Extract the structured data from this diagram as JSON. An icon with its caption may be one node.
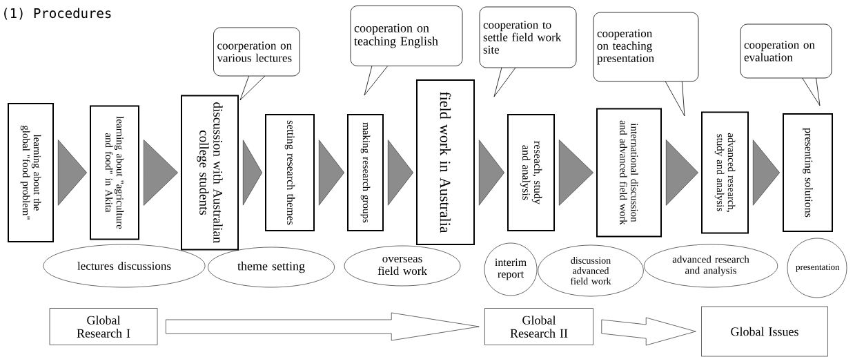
{
  "diagram": {
    "title": "(1) Procedures",
    "nodes": [
      {
        "text": [
          "learning about the global \"food problem\""
        ]
      },
      {
        "text": [
          "learning about \"agriculture and food\" in Akita"
        ]
      },
      {
        "text": [
          "discussion with Australian college students"
        ]
      },
      {
        "text": [
          "setting research themes"
        ]
      },
      {
        "text": [
          "making research groups"
        ]
      },
      {
        "text": [
          "field work in Australia"
        ]
      },
      {
        "text": [
          "reseach, study and analysis"
        ]
      },
      {
        "text": [
          "international discussion and advanced field work"
        ]
      },
      {
        "text": [
          "advanced research, study and analysis"
        ]
      },
      {
        "text": [
          "presenting solutions"
        ]
      },
      {
        "text": [
          "coorperation on various lectures"
        ]
      },
      {
        "text": [
          "cooperation on teaching English"
        ]
      },
      {
        "text": [
          "cooperation to settle field work site"
        ]
      },
      {
        "text": [
          "cooperation on teaching presentation"
        ]
      },
      {
        "text": [
          "cooperation on evaluation"
        ]
      },
      {
        "text": [
          "lectures discussions"
        ]
      },
      {
        "text": [
          "theme setting"
        ]
      },
      {
        "text": [
          "overseas field work"
        ]
      },
      {
        "text": [
          "interim report"
        ]
      },
      {
        "text": [
          "discussion advanced field work"
        ]
      },
      {
        "text": [
          "advanced research and analysis"
        ]
      },
      {
        "text": [
          "presentation"
        ]
      },
      {
        "text": [
          "Global Research I"
        ]
      },
      {
        "text": [
          "Global Research II"
        ]
      },
      {
        "text": [
          "Global Issues"
        ]
      }
    ],
    "edges": [
      {
        "from": 0,
        "to": 1,
        "arrow": "to"
      },
      {
        "from": 1,
        "to": 2,
        "arrow": "to"
      },
      {
        "from": 2,
        "to": 3,
        "arrow": "to"
      },
      {
        "from": 3,
        "to": 4,
        "arrow": "to"
      },
      {
        "from": 4,
        "to": 5,
        "arrow": "to"
      },
      {
        "from": 5,
        "to": 6,
        "arrow": "to"
      },
      {
        "from": 6,
        "to": 7,
        "arrow": "to"
      },
      {
        "from": 7,
        "to": 8,
        "arrow": "to"
      },
      {
        "from": 8,
        "to": 9,
        "arrow": "to"
      },
      {
        "from": 22,
        "to": 23,
        "arrow": "to"
      },
      {
        "from": 23,
        "to": 24,
        "arrow": "to"
      }
    ]
  }
}
